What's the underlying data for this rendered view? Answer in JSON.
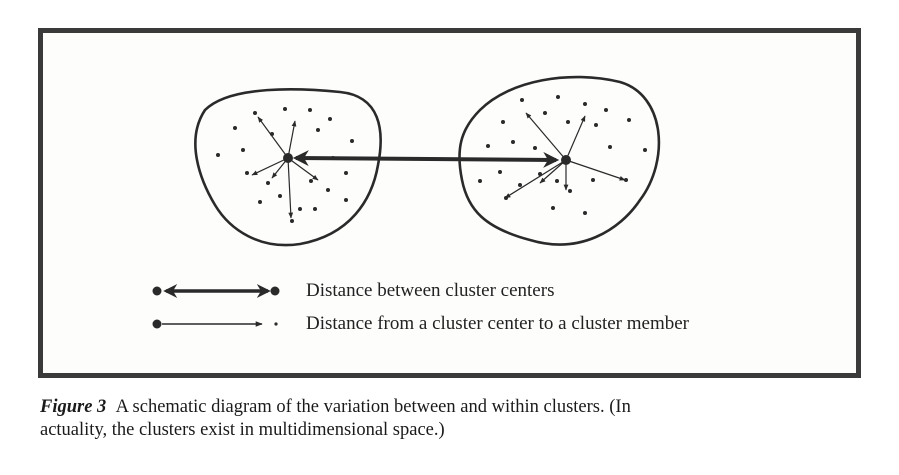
{
  "legend": {
    "between_label": "Distance between cluster centers",
    "within_label": "Distance from a cluster center to a cluster member"
  },
  "caption": {
    "label": "Figure 3",
    "text_line1": "A schematic diagram of the variation between and within clusters. (In",
    "text_line2": "actuality, the clusters exist in multidimensional space.)"
  },
  "colors": {
    "ink": "#2a2a2a",
    "frame": "#3a3a3a",
    "background": "#ffffff"
  },
  "diagram": {
    "clusters": [
      {
        "name": "left-cluster",
        "member_count": 22
      },
      {
        "name": "right-cluster",
        "member_count": 25
      }
    ]
  }
}
